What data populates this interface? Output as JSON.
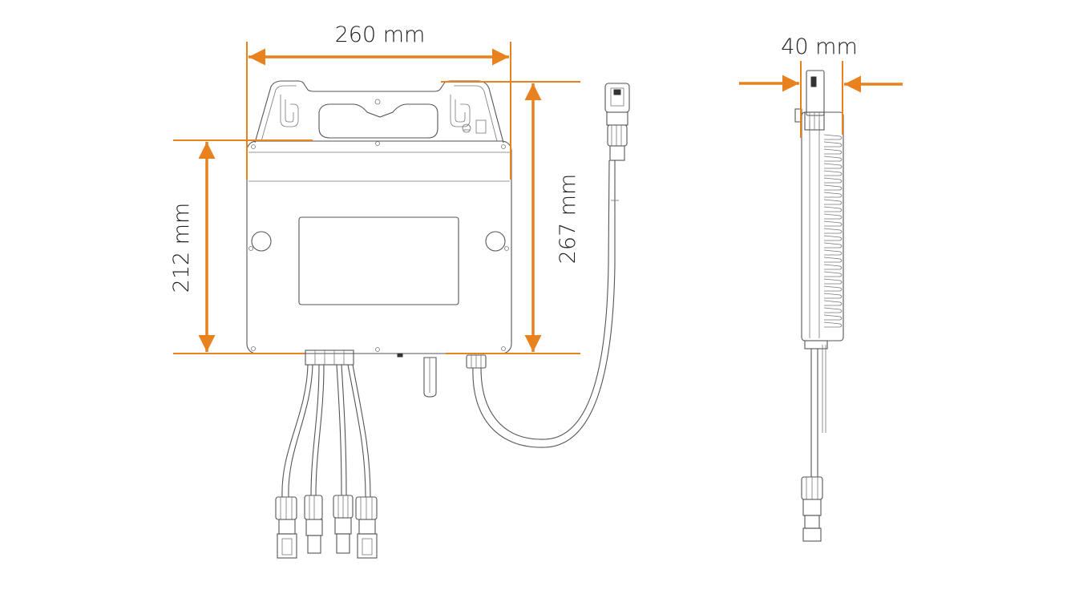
{
  "colors": {
    "dimension": "#E8821E",
    "outline": "#555555",
    "text": "#222222",
    "background": "#ffffff"
  },
  "dimensions": {
    "width": "260 mm",
    "total_height": "267 mm",
    "body_height": "212 mm",
    "depth": "40 mm"
  }
}
